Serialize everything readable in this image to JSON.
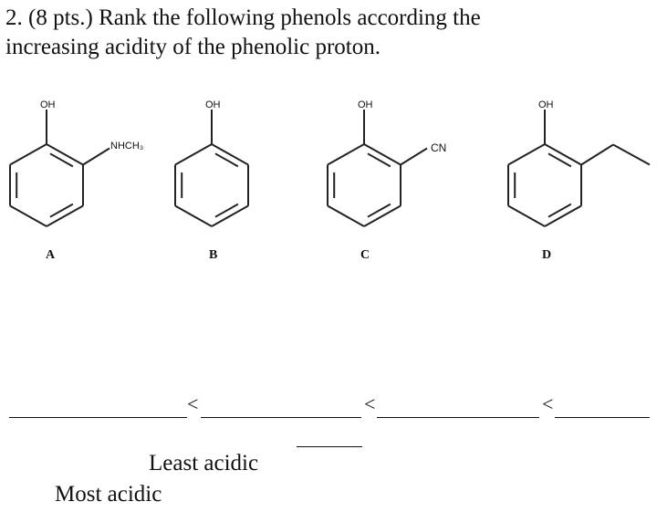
{
  "question": {
    "line1": "2. (8 pts.) Rank the following phenols according the",
    "line2": "increasing acidity of the phenolic proton."
  },
  "molecules": [
    {
      "label": "A",
      "oh": "OH",
      "substituent": "NHCH₃"
    },
    {
      "label": "B",
      "oh": "OH",
      "substituent": ""
    },
    {
      "label": "C",
      "oh": "OH",
      "substituent": "CN"
    },
    {
      "label": "D",
      "oh": "OH",
      "substituent": "ethyl"
    }
  ],
  "ranking": {
    "less_than": "<",
    "least_label": "Least acidic",
    "most_label": "Most acidic"
  }
}
